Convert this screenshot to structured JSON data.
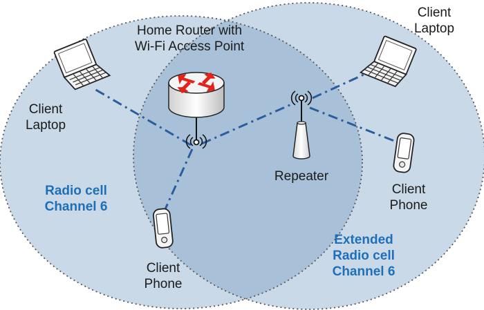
{
  "router": {
    "line1": "Home Router with",
    "line2": "Wi-Fi Access Point"
  },
  "left_laptop": {
    "line1": "Client",
    "line2": "Laptop"
  },
  "right_laptop": {
    "line1": "Client",
    "line2": "Laptop"
  },
  "left_phone": {
    "line1": "Client",
    "line2": "Phone"
  },
  "right_phone": {
    "line1": "Client",
    "line2": "Phone"
  },
  "repeater": {
    "label": "Repeater"
  },
  "cell_left": {
    "line1": "Radio cell",
    "line2": "Channel 6"
  },
  "cell_right": {
    "line1": "Extended",
    "line2": "Radio cell",
    "line3": "Channel 6"
  },
  "colors": {
    "cell_fill": "#c9d9e8",
    "cell_overlap": "#a9c1d8",
    "link": "#2a5d9c",
    "router_arrows": "#e2231a",
    "label_blue": "#1f6fb8"
  }
}
